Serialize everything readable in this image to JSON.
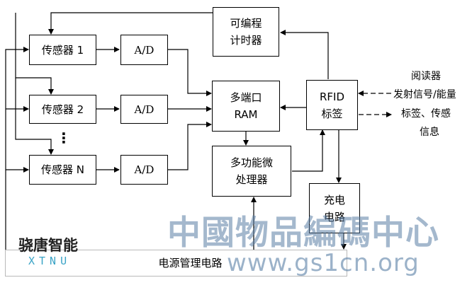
{
  "diagram": {
    "blocks": {
      "timer": [
        "可编程",
        "计时器"
      ],
      "sensor1": "传感器 1",
      "sensor2": "传感器 2",
      "sensorN": "传感器 N",
      "ellipsis": "⋮",
      "ad1": "A/D",
      "ad2": "A/D",
      "adN": "A/D",
      "ram": [
        "多端口",
        "RAM"
      ],
      "rfid": [
        "RFID",
        "标签"
      ],
      "mcu": [
        "多功能微",
        "处理器"
      ],
      "charge": [
        "充电",
        "电路"
      ],
      "power": "电源管理电路"
    },
    "external": {
      "reader": "阅读器",
      "signal": "发射信号/能量",
      "tag_sensing": "标签、传感",
      "info": "信息"
    }
  },
  "watermarks": {
    "brand_cn": "骁唐智能",
    "brand_en": "XTNU",
    "center_name": "中國物品編碼中心",
    "url": "www.gs1cn.org"
  },
  "colors": {
    "line": "#000000",
    "watermark_blue": "#5a7fa6",
    "brand_cyan": "#3aa3c6"
  }
}
